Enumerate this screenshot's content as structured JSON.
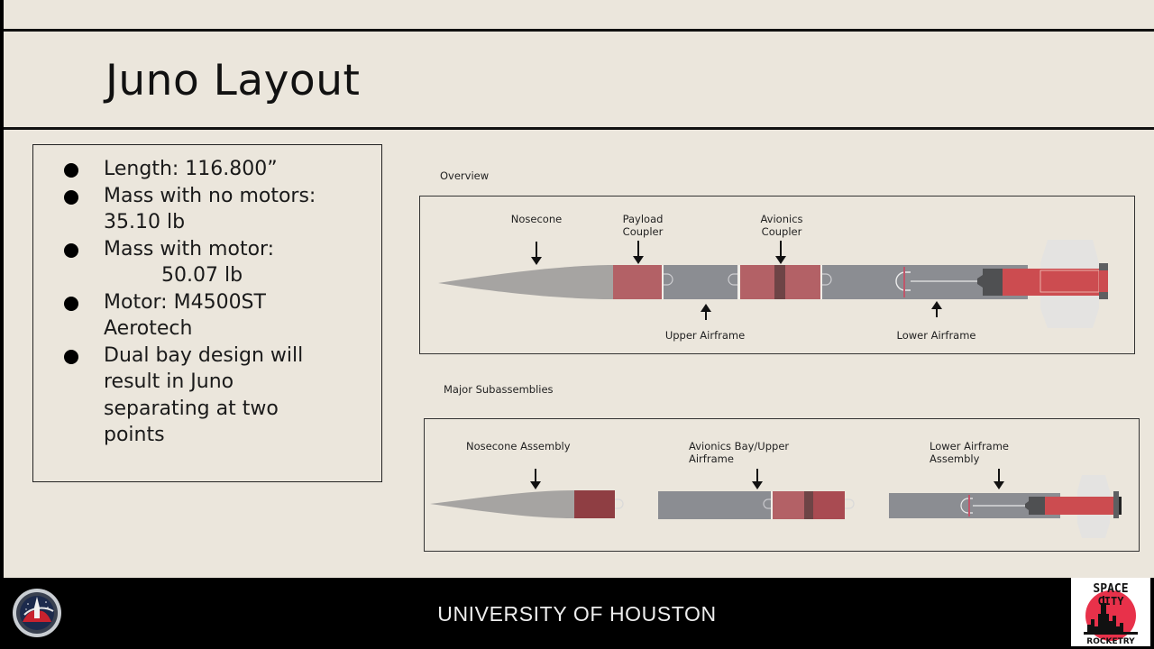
{
  "slide": {
    "title": "Juno Layout",
    "specs": [
      {
        "lines": [
          "Length: 116.800”"
        ]
      },
      {
        "lines": [
          "Mass with no motors:",
          "35.10 lb"
        ]
      },
      {
        "lines": [
          "Mass with motor:"
        ],
        "indented": "50.07 lb"
      },
      {
        "lines": [
          "Motor: M4500ST",
          "Aerotech"
        ]
      },
      {
        "lines": [
          "Dual bay design will",
          "result in Juno",
          "separating at two",
          "points"
        ]
      }
    ],
    "overview": {
      "caption": "Overview",
      "labels": {
        "nosecone": "Nosecone",
        "payload_coupler": [
          "Payload",
          "Coupler"
        ],
        "avionics_coupler": [
          "Avionics",
          "Coupler"
        ],
        "upper_airframe": "Upper Airframe",
        "lower_airframe": "Lower Airframe"
      }
    },
    "subassemblies": {
      "caption": "Major Subassemblies",
      "labels": {
        "nosecone_assembly": "Nosecone Assembly",
        "avionics_bay": [
          "Avionics Bay/Upper",
          "Airframe"
        ],
        "lower_airframe_assembly": [
          "Lower Airframe",
          "Assembly"
        ]
      }
    }
  },
  "footer": {
    "text": "UNIVERSITY OF HOUSTON",
    "left_logo": "uh-seal-icon",
    "right_logo": {
      "line1": "SPACE",
      "line2": "CITY",
      "line3": "ROCKETRY"
    }
  },
  "colors": {
    "background": "#ebe6dc",
    "nose_gray": "#a6a4a2",
    "airframe_gray": "#8b8d92",
    "coupler_red": "#b36166",
    "band_dark": "#6e4446",
    "motor_red": "#cc4c50",
    "fin_white": "#e4e3e1",
    "footer": "#000000"
  }
}
